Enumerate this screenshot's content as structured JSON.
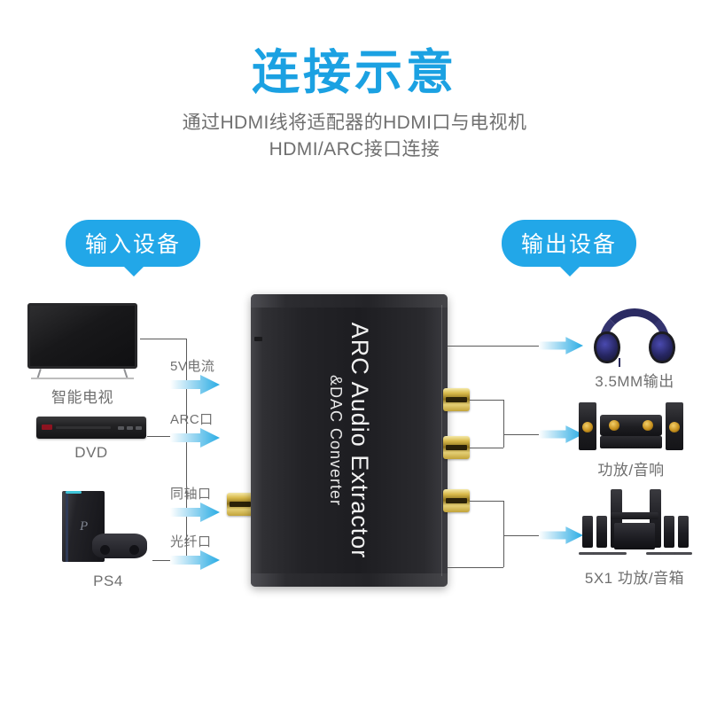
{
  "header": {
    "title": "连接示意",
    "subtitle_line1": "通过HDMI线将适配器的HDMI口与电视机",
    "subtitle_line2": "HDMI/ARC接口连接"
  },
  "sections": {
    "input_badge": "输入设备",
    "output_badge": "输出设备"
  },
  "input_devices": [
    {
      "caption": "智能电视"
    },
    {
      "caption": "DVD"
    },
    {
      "caption": "PS4"
    }
  ],
  "port_labels": [
    {
      "text": "5V电流"
    },
    {
      "text": "ARC口"
    },
    {
      "text": "同轴口"
    },
    {
      "text": "光纤口"
    }
  ],
  "converter": {
    "line1": "ARC Audio Extractor",
    "line2": "&DAC Converter"
  },
  "output_devices": [
    {
      "caption": "3.5MM输出"
    },
    {
      "caption": "功放/音响"
    },
    {
      "caption": "5X1 功放/音箱"
    }
  ],
  "colors": {
    "accent_blue": "#1ba1e2",
    "badge_blue": "#22a7e8",
    "arrow_blue": "#29ace4",
    "text_gray": "#6f6f6f",
    "line_gray": "#5a5a5a",
    "background": "#ffffff",
    "gold": "#d8b94a"
  }
}
